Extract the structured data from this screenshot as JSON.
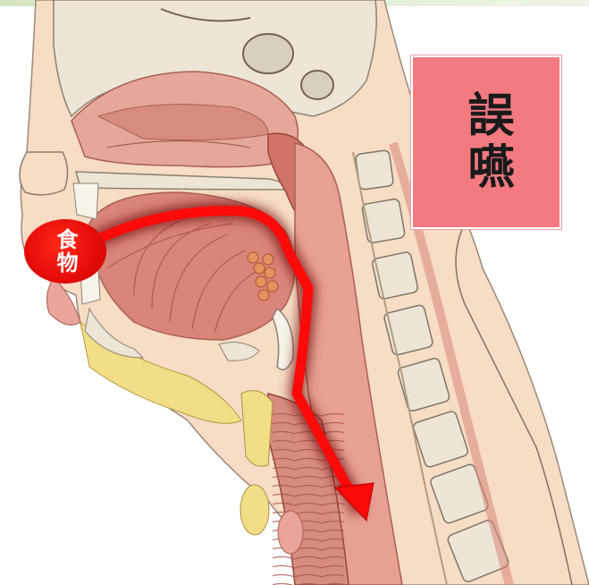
{
  "title": "誤嚥",
  "food_label": "食物",
  "colors": {
    "title_box": "#f37a80",
    "arrow": "#ff0a0a",
    "arrow_glow": "#7a0000",
    "tissue_pink": "#e9a59c",
    "tissue_dark": "#c9685c",
    "bone": "#ede6d6",
    "fat": "#f2de86",
    "skin": "#f7dcc6"
  },
  "arrow_direction": "mouth-to-airway"
}
